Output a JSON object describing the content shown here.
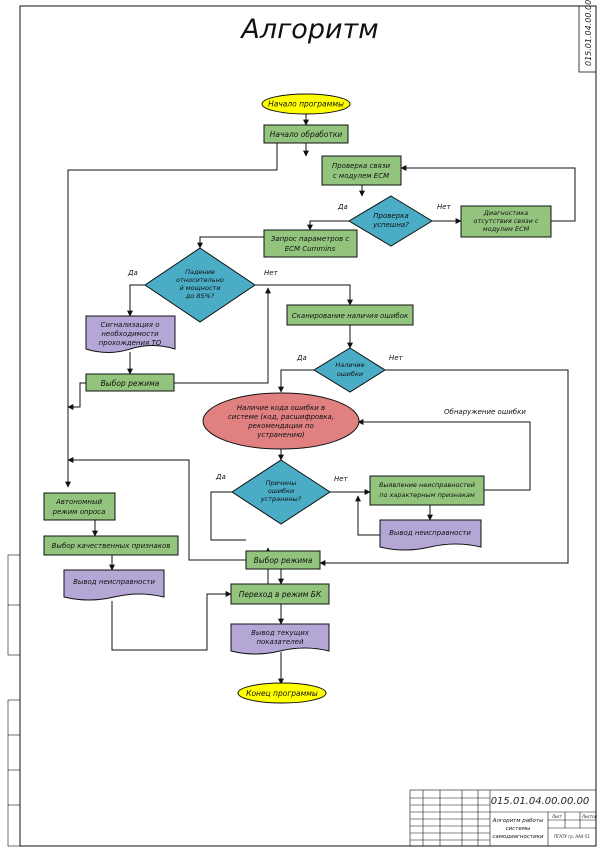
{
  "title": "Алгоритм",
  "doc_code": "015.01.04.00.00.00",
  "nodes": {
    "start": "Начало программы",
    "begin_processing": "Начало обработки",
    "check_link": [
      "Проверка связи",
      "с модулем ECM"
    ],
    "check_success": [
      "Проверка",
      "успешна?"
    ],
    "diag_no_link": [
      "Диагностика",
      "отсутствия связи с",
      "модулем ECM"
    ],
    "request_params": [
      "Запрос параметров с",
      "ECM Cummins"
    ],
    "power_drop": [
      "Падение",
      "относительно",
      "й мощности",
      "до 85%?"
    ],
    "scan_errors": "Сканирование наличия ошибок",
    "signal_to": [
      "Сигнализация о",
      "необходимости",
      "прохождения ТО"
    ],
    "mode_select_1": "Выбор режима",
    "has_errors": [
      "Наличие",
      "ошибки"
    ],
    "error_code": [
      "Наличие кода ошибки в",
      "системе (код, расшифровка,",
      "рекомендации по",
      "устранению)"
    ],
    "causes_fixed": [
      "Причины",
      "ошибки",
      "устранены?"
    ],
    "identify_fault": [
      "Выявление неисправностей",
      "по характерным признакам"
    ],
    "output_fault_right": "Вывод неисправности",
    "auto_poll": [
      "Автономный",
      "режим опроса"
    ],
    "quality_select": "Выбор качественных признаков",
    "output_fault_left": "Вывод неисправности",
    "mode_select_2": "Выбор режима",
    "to_bk": "Переход в режим БК",
    "output_current": [
      "Вывод текущих",
      "показателей"
    ],
    "end": "Конец программы"
  },
  "labels": {
    "yes_1": "Да",
    "no_1": "Нет",
    "yes_2": "Да",
    "no_2": "Нет",
    "no_3": "Нет",
    "yes_3": "Да",
    "no_4": "Нет",
    "error_detected": "Обнаружение ошибки"
  },
  "title_block": {
    "doc_code": "015.01.04.00.00.00",
    "name": [
      "Алгоритм работы",
      "системы",
      "самодиагностики"
    ],
    "org": "ПГАТУ гр. ААХ-51",
    "sheet_label": "Лист",
    "sheets_label": "Листов"
  },
  "colors": {
    "terminal": "#ffff00",
    "process": "#93c47d",
    "decision": "#4bacc6",
    "document": "#b4a7d6",
    "error_node": "#e08080",
    "line": "#111111"
  }
}
